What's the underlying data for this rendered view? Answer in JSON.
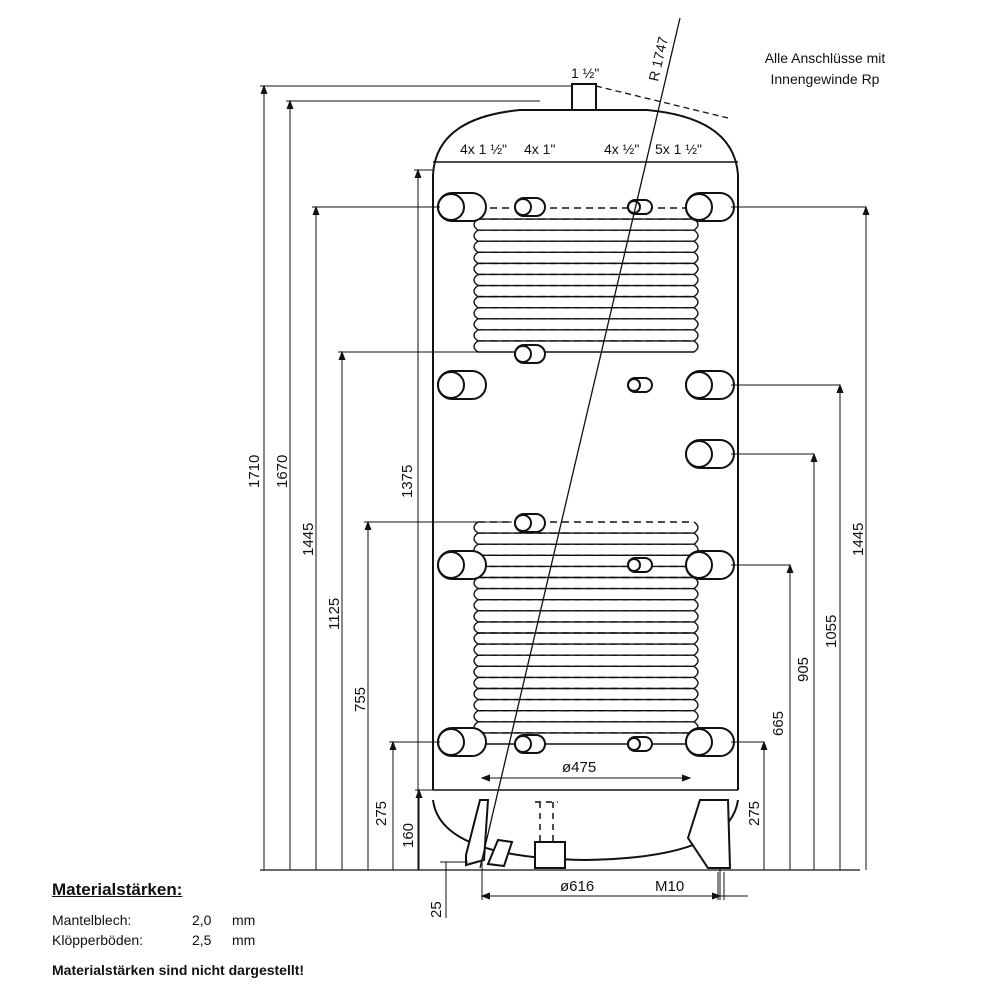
{
  "note": {
    "line1": "Alle Anschlüsse mit",
    "line2": "Innengewinde Rp"
  },
  "top_connection": "1 ½\"",
  "sensor_radius": "R 1747",
  "groups": [
    "4x 1 ½\"",
    "4x 1\"",
    "4x ½\"",
    "5x 1 ½\""
  ],
  "left_dims": [
    "1710",
    "1670",
    "1445",
    "1125",
    "1375",
    "755",
    "275",
    "160"
  ],
  "right_dims": [
    "1445",
    "1055",
    "905",
    "665",
    "275"
  ],
  "bottom_dims": {
    "coil_dia": "ø475",
    "foot_dia": "ø616",
    "foot_thread": "M10",
    "foot_offset": "25"
  },
  "legend": {
    "title": "Materialstärken:",
    "rows": [
      {
        "label": "Mantelblech:",
        "value": "2,0",
        "unit": "mm"
      },
      {
        "label": "Klöpperböden:",
        "value": "2,5",
        "unit": "mm"
      }
    ],
    "footer": "Materialstärken sind nicht dargestellt!"
  }
}
